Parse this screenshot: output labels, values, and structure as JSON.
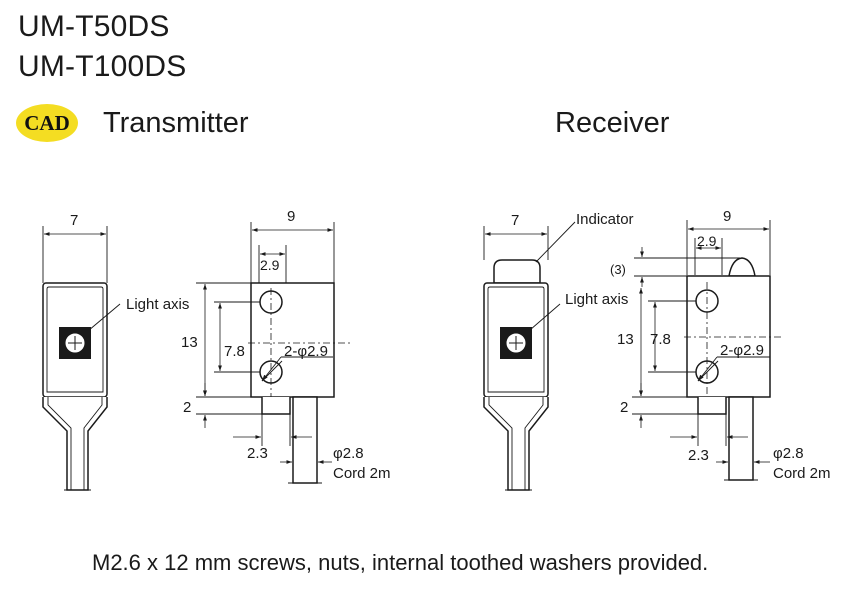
{
  "titles": [
    "UM-T50DS",
    "UM-T100DS"
  ],
  "cad_badge": "CAD",
  "sections": {
    "transmitter": "Transmitter",
    "receiver": "Receiver"
  },
  "labels": {
    "light_axis": "Light axis",
    "indicator": "Indicator",
    "cord": "Cord 2m",
    "hole_spec": "2-φ2.9",
    "cord_dia": "φ2.8"
  },
  "dimensions": {
    "front_width": "7",
    "side_width": "9",
    "hole_offset": "2.9",
    "height": "13",
    "hole_pitch": "7.8",
    "bottom_gap": "2",
    "cord_offset": "2.3",
    "indicator_height": "(3)"
  },
  "note": "M2.6 x 12 mm screws, nuts, internal toothed washers provided.",
  "colors": {
    "cad_badge_bg": "#f4dd22",
    "line": "#1a1a1a"
  }
}
